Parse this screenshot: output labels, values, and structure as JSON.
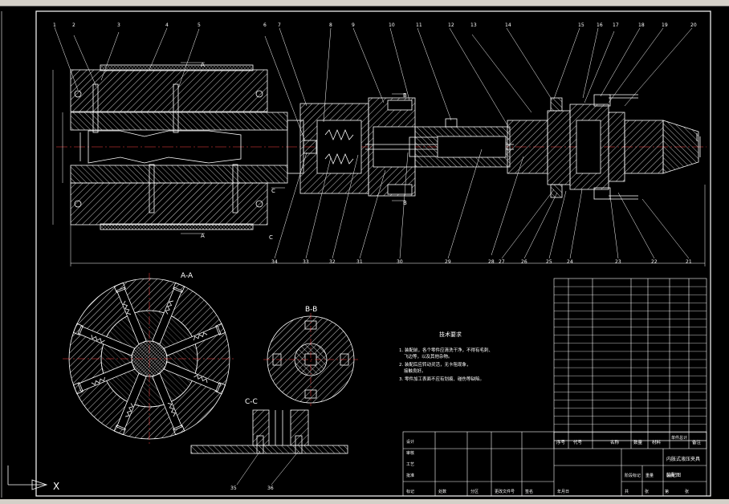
{
  "sections": {
    "aa": "A-A",
    "bb": "B-B",
    "cc": "C-C"
  },
  "markers": {
    "a_top": "A",
    "a_bottom": "A",
    "b_top": "B",
    "b_bottom": "B",
    "c_mid": "C",
    "c_low": "C"
  },
  "top_callouts": [
    "1",
    "2",
    "3",
    "4",
    "5",
    "6",
    "7",
    "8",
    "9",
    "10",
    "11",
    "12",
    "13",
    "14",
    "15",
    "16",
    "17",
    "18",
    "19",
    "20"
  ],
  "bottom_callouts": [
    "34",
    "33",
    "32",
    "31",
    "30",
    "29",
    "28",
    "27",
    "26",
    "25",
    "24",
    "23",
    "22",
    "21"
  ],
  "cc_callouts": [
    "35",
    "36"
  ],
  "tech_title": "技术要求",
  "tech_lines": [
    "1. 装配前，各个零件应清洗干净，不得有毛刺、",
    "飞边等，以及其他杂物。",
    "2. 装配后应转动灵活，无卡阻现象，",
    "接触良好。",
    "3. 零件加工表面不应有划痕、碰伤等缺陷。"
  ],
  "parts_header": [
    "序号",
    "代号",
    "名称",
    "数量",
    "材料",
    "单件",
    "总计",
    "备注"
  ],
  "title_block": {
    "drawing_name": "内胀式液压夹具",
    "assembly": "装配图",
    "row_labels": [
      "标记",
      "处数",
      "分区",
      "更改文件号",
      "签名",
      "年月日"
    ],
    "approve_labels": [
      "设计",
      "审核",
      "工艺",
      "批准"
    ],
    "stage_labels": [
      "阶段标记",
      "重量",
      "比例"
    ],
    "sheet_labels": [
      "共",
      "张",
      "第",
      "张"
    ]
  },
  "ucs": "X"
}
